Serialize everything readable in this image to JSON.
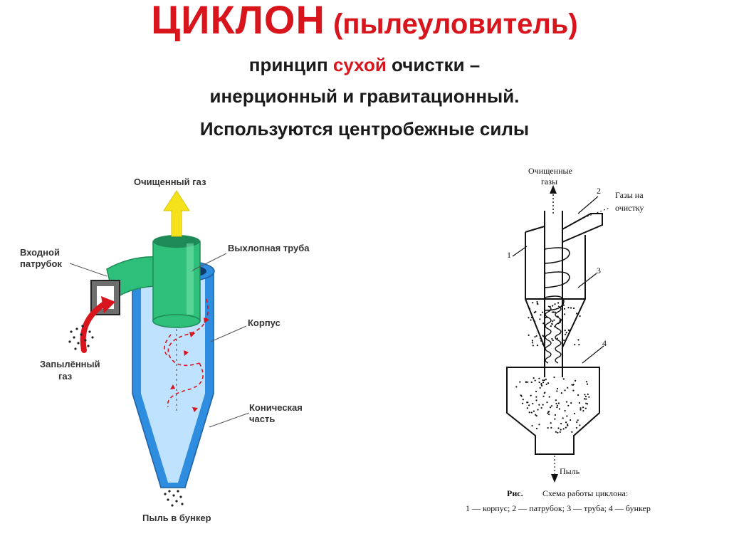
{
  "title": {
    "main": "ЦИКЛОН",
    "sub": "(пылеуловитель)"
  },
  "subtitle": {
    "line1_pre": "принцип ",
    "line1_accent": "сухой",
    "line1_post": " очистки –",
    "line2": "инерционный и гравитационный.",
    "line3": "Используются центробежные силы"
  },
  "left_diagram": {
    "label_clean_gas": "Очищенный газ",
    "label_inlet_1": "Входной",
    "label_inlet_2": "патрубок",
    "label_exhaust": "Выхлопная труба",
    "label_body": "Корпус",
    "label_dusty_1": "Запылённый",
    "label_dusty_2": "газ",
    "label_conical_1": "Коническая",
    "label_conical_2": "часть",
    "label_dust_bunker": "Пыль в бункер",
    "colors": {
      "body": "#2f8de0",
      "body_inner": "#bfe2ff",
      "pipe": "#2ec07a",
      "pipe_dark": "#1e8a55",
      "arrow_out": "#f5e21a",
      "arrow_in": "#d8141c"
    }
  },
  "right_diagram": {
    "label_clean_1": "Очищенные",
    "label_clean_2": "газы",
    "label_gas_in_1": "Газы на",
    "label_gas_in_2": "очистку",
    "num_1": "1",
    "num_2": "2",
    "num_3": "3",
    "num_4": "4",
    "label_dust": "Пыль",
    "caption_ris": "Рис.",
    "caption_title": "Схема работы циклона:",
    "caption_legend": "1 — корпус; 2 — патрубок; 3 — труба; 4 — бункер"
  },
  "colors": {
    "title_red": "#d8141c",
    "text_dark": "#1a1a1a"
  }
}
